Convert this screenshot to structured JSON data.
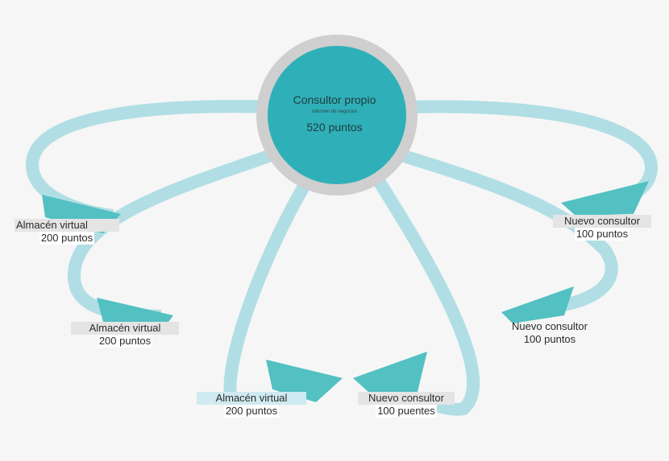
{
  "center": {
    "title": "Consultor propio",
    "subtitle": "volumen de negocios",
    "points": "520 puntos"
  },
  "nodes": [
    {
      "name": "Almacén virtual",
      "points": "200 puntos"
    },
    {
      "name": "Almacén virtual",
      "points": "200 puntos"
    },
    {
      "name": "Almacén virtual",
      "points": "200 puntos"
    },
    {
      "name": "Nuevo consultor",
      "points": "100 puentes"
    },
    {
      "name": "Nuevo consultor",
      "points": "100 puntos"
    },
    {
      "name": "Nuevo consultor",
      "points": "100 puntos"
    }
  ],
  "colors": {
    "background": "#f6f6f6",
    "center_fill": "#2fb0b8",
    "center_ring": "#cfcfcf",
    "link": "#a9dbe2",
    "arrow": "#53c0c2"
  }
}
